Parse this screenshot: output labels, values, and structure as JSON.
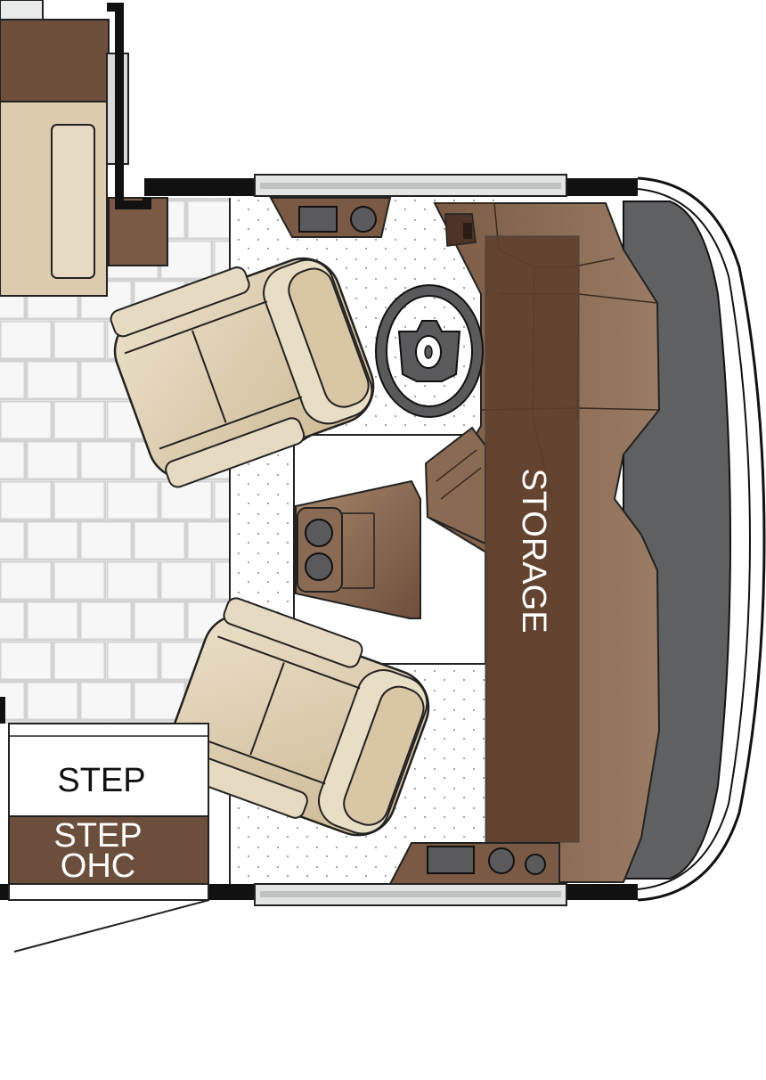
{
  "labels": {
    "storage": "STORAGE",
    "step": "STEP",
    "step_ohc_line1": "STEP",
    "step_ohc_line2": "OHC"
  },
  "colors": {
    "brown_dark": "#5e3f2b",
    "brown_mid": "#8a6a53",
    "brown_panel": "#6b4e3b",
    "chair_fill": "#dccbad",
    "chair_light": "#e7dcc4",
    "windshield": "#5f6062",
    "tile_grout": "#d2d3d3",
    "wall": "#111111"
  },
  "icons": [
    "steering-wheel-icon",
    "captain-chair-icon",
    "center-console-icon",
    "dash-gauge-icon"
  ]
}
